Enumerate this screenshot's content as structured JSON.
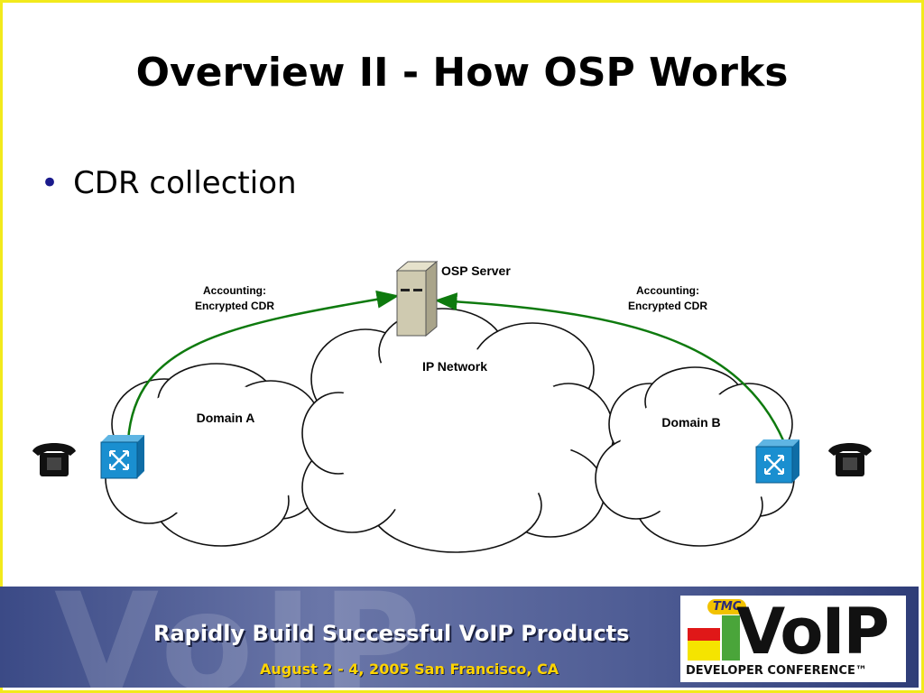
{
  "slide": {
    "title": "Overview II - How OSP Works",
    "bullets": [
      "CDR collection"
    ]
  },
  "diagram": {
    "osp_server_label": "OSP  Server",
    "ip_network_label": "IP Network",
    "domain_a_label": "Domain A",
    "domain_b_label": "Domain B",
    "accounting_left": [
      "Accounting:",
      "Encrypted CDR"
    ],
    "accounting_right": [
      "Accounting:",
      "Encrypted CDR"
    ],
    "arrow_color": "#0e7a0e",
    "router_color": "#1a8fd0"
  },
  "banner": {
    "headline": "Rapidly Build Successful VoIP Products",
    "dates": "August 2 - 4, 2005 San Francisco, CA",
    "ghost_text": "VoIP",
    "logo_tmc": "TMC",
    "logo_voip": "VoIP",
    "logo_subtitle": "DEVELOPER CONFERENCE™"
  }
}
